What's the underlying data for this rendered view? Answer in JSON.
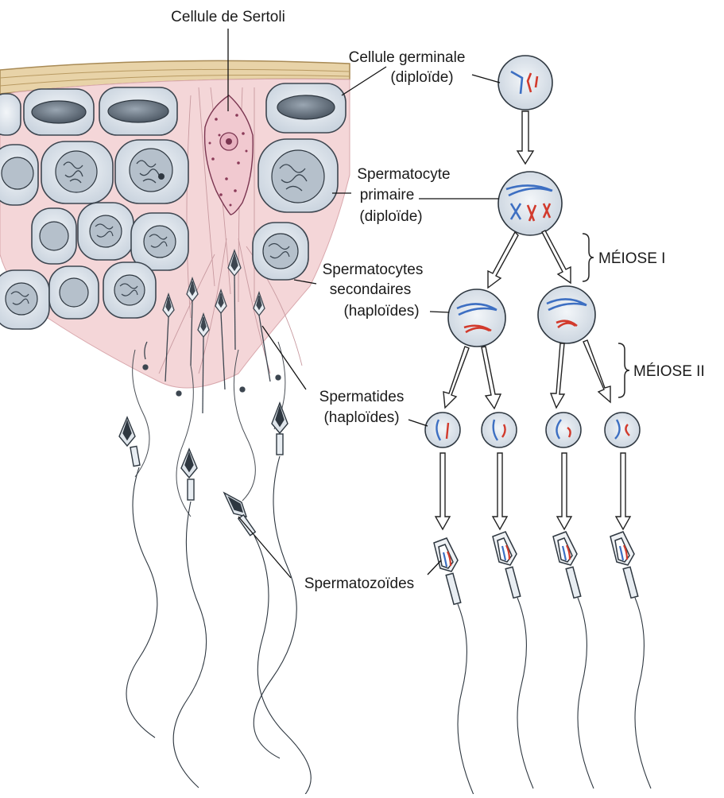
{
  "labels": {
    "sertoli": "Cellule de Sertoli",
    "germinal_line1": "Cellule germinale",
    "germinal_line2": "(diploïde)",
    "primary_line1": "Spermatocyte",
    "primary_line2": "primaire",
    "primary_line3": "(diploïde)",
    "secondary_line1": "Spermatocytes",
    "secondary_line2": "secondaires",
    "secondary_line3": "(haploïdes)",
    "spermatids_line1": "Spermatides",
    "spermatids_line2": "(haploïdes)",
    "spermatozoa": "Spermatozoïdes",
    "meiosis1": "MÉIOSE I",
    "meiosis2": "MÉIOSE II"
  },
  "colors": {
    "chromosome_blue": "#3d6fc2",
    "chromosome_red": "#d23a2c",
    "cell_fill": "#e6ebf1",
    "cell_stroke": "#444a52",
    "tissue_pink": "#f3d3d6",
    "membrane": "#e0c9a0",
    "nucleus": "#6f7a86"
  }
}
